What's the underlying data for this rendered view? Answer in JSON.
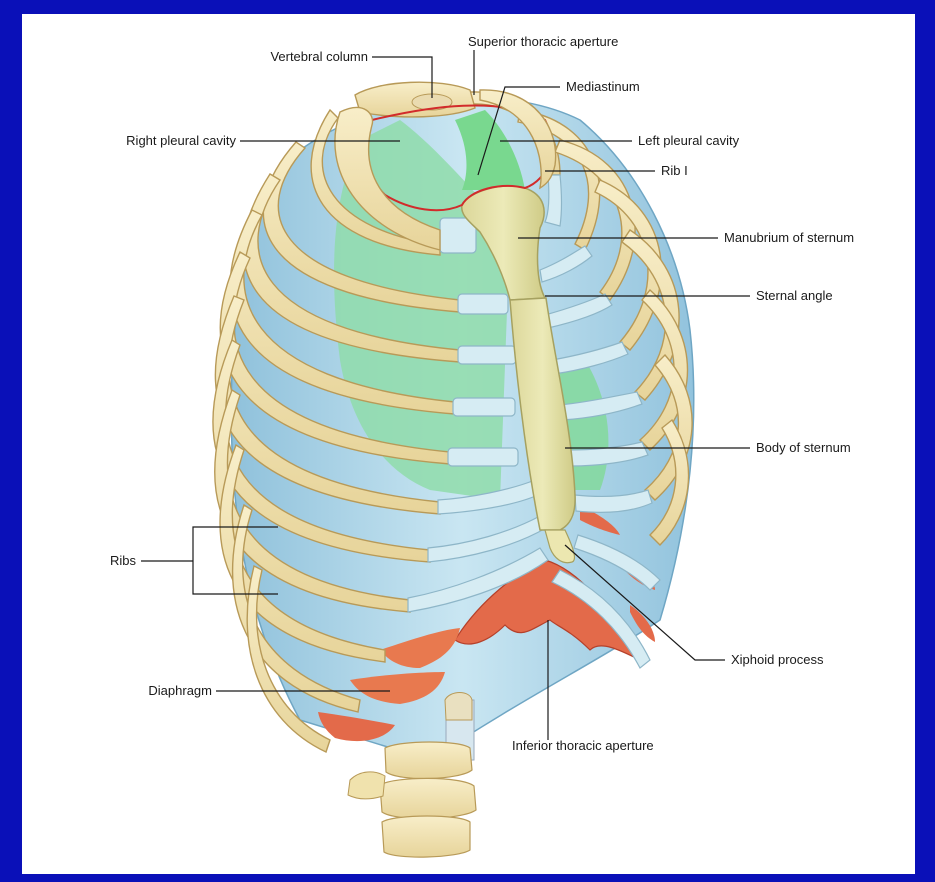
{
  "figure": {
    "labels": {
      "vertebral_column": "Vertebral column",
      "superior_thoracic_aperture": "Superior thoracic aperture",
      "mediastinum": "Mediastinum",
      "right_pleural_cavity": "Right pleural cavity",
      "left_pleural_cavity": "Left pleural cavity",
      "rib_1": "Rib I",
      "manubrium_of_sternum": "Manubrium of sternum",
      "sternal_angle": "Sternal angle",
      "body_of_sternum": "Body of sternum",
      "ribs": "Ribs",
      "diaphragm": "Diaphragm",
      "xiphoid_process": "Xiphoid process",
      "inferior_thoracic_aperture": "Inferior thoracic aperture"
    },
    "colors": {
      "border": "#0a10b8",
      "bone": "#f3e6b5",
      "bone_outline": "#b89a58",
      "cartilage": "#d9eef4",
      "pleura": "#a9d4ea",
      "lung_green": "#7fd3a0",
      "diaphragm": "#e36a4a",
      "aperture_outline": "#d22b2b"
    }
  }
}
